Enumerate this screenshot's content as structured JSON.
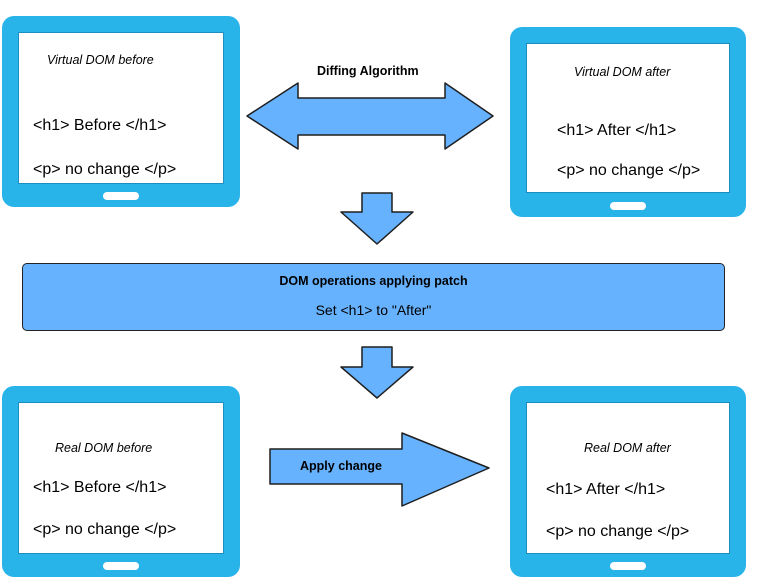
{
  "virtual_before": {
    "title": "Virtual DOM before",
    "line1": "<h1> Before </h1>",
    "line2": "<p> no change </p>"
  },
  "virtual_after": {
    "title": "Virtual DOM after",
    "line1": "<h1> After </h1>",
    "line2": "<p> no change </p>"
  },
  "real_before": {
    "title": "Real DOM before",
    "line1": "<h1> Before </h1>",
    "line2": "<p> no change </p>"
  },
  "real_after": {
    "title": "Real DOM after",
    "line1": "<h1> After </h1>",
    "line2": "<p> no change </p>"
  },
  "diffing_label": "Diffing Algorithm",
  "apply_label": "Apply change",
  "patch": {
    "title": "DOM operations applying patch",
    "operation": "Set <h1> to \"After\""
  },
  "colors": {
    "tablet": "#28b3e9",
    "arrow": "#66b2ff"
  }
}
